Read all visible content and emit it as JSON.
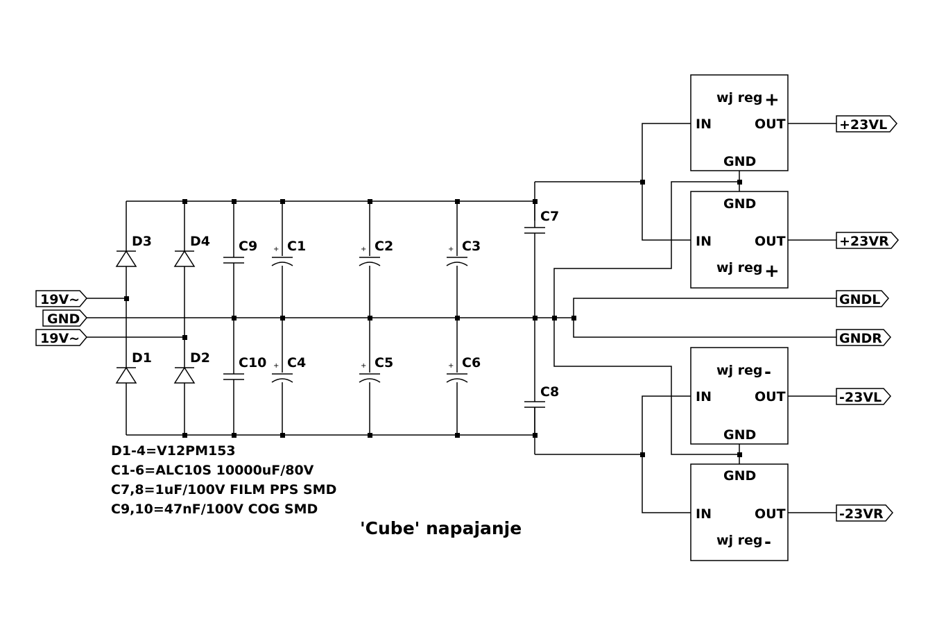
{
  "title": "'Cube' napajanje",
  "notes": [
    "D1-4=V12PM153",
    "C1-6=ALC10S 10000uF/80V",
    "C7,8=1uF/100V FILM PPS SMD",
    "C9,10=47nF/100V COG SMD"
  ],
  "inputs": {
    "ac_top": "19V~",
    "gnd": "GND",
    "ac_bottom": "19V~"
  },
  "outputs": {
    "p23vl": "+23VL",
    "p23vr": "+23VR",
    "gndl": "GNDL",
    "gndr": "GNDR",
    "m23vl": "-23VL",
    "m23vr": "-23VR"
  },
  "diodes": {
    "d1": "D1",
    "d2": "D2",
    "d3": "D3",
    "d4": "D4"
  },
  "capacitors": {
    "c1": "C1",
    "c2": "C2",
    "c3": "C3",
    "c4": "C4",
    "c5": "C5",
    "c6": "C6",
    "c7": "C7",
    "c8": "C8",
    "c9": "C9",
    "c10": "C10"
  },
  "polarity_mark": "+",
  "regulators": {
    "reg1": {
      "name": "wj reg",
      "sign": "+",
      "in": "IN",
      "out": "OUT",
      "gnd": "GND"
    },
    "reg2": {
      "name": "wj reg",
      "sign": "+",
      "in": "IN",
      "out": "OUT",
      "gnd": "GND"
    },
    "reg3": {
      "name": "wj reg",
      "sign": "-",
      "in": "IN",
      "out": "OUT",
      "gnd": "GND"
    },
    "reg4": {
      "name": "wj reg",
      "sign": "-",
      "in": "IN",
      "out": "OUT",
      "gnd": "GND"
    }
  }
}
